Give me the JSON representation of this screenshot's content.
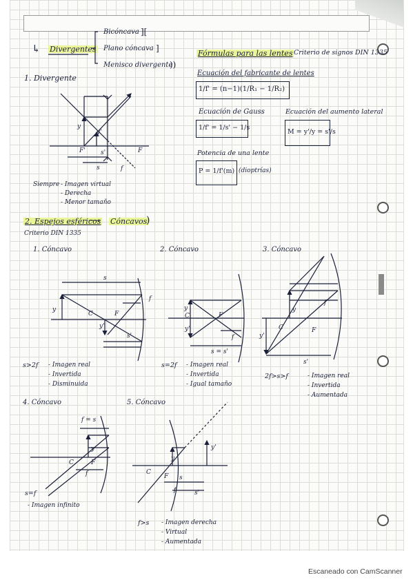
{
  "heading": {
    "divergent_label": "Divergentes",
    "types": [
      "Bicóncava",
      "Plano cóncava",
      "Menisco divergente"
    ],
    "type_symbols": [
      "][",
      "]",
      "))"
    ]
  },
  "section1": {
    "title": "1. Divergente",
    "result_lead": "Siempre",
    "result": [
      "- Imagen virtual",
      "- Derecha",
      "- Menor tamaño"
    ]
  },
  "formulas": {
    "title": "Fórmulas para las lentes",
    "sign_criteria": "Criterio de signos DIN 1335",
    "maker_title": "Ecuación del fabricante de lentes",
    "maker_eq": "1/f' = (n−1)(1/R₁ − 1/R₂)",
    "gauss_title": "Ecuación de Gauss",
    "gauss_eq": "1/f' = 1/s' − 1/s",
    "mag_title": "Ecuación del aumento lateral",
    "mag_eq": "M = y'/y = s'/s",
    "power_title": "Potencia de una lente",
    "power_eq": "P = 1/f'(m)",
    "power_unit": "(dioptrías)"
  },
  "section2": {
    "title": "2. Espejos esféricos",
    "arrow_target": "Cóncavos",
    "criteria": "Criterio DIN 1335"
  },
  "cases": [
    {
      "title": "1. Cóncavo",
      "condition": "s>2f",
      "result": [
        "- Imagen real",
        "- Invertida",
        "- Disminuida"
      ]
    },
    {
      "title": "2. Cóncavo",
      "condition": "s=2f",
      "result": [
        "- Imagen real",
        "- Invertida",
        "- Igual tamaño"
      ]
    },
    {
      "title": "3. Cóncavo",
      "condition": "2f>s>f",
      "result": [
        "- Imagen real",
        "- Invertida",
        "- Aumentada"
      ]
    },
    {
      "title": "4. Cóncavo",
      "condition": "s=f",
      "result": [
        "- Imagen infinito"
      ]
    },
    {
      "title": "5. Cóncavo",
      "condition": "f>s",
      "result": [
        "- Imagen derecha",
        "- Virtual",
        "- Aumentada"
      ]
    }
  ],
  "diagram_labels": {
    "s": "s",
    "s_prime": "s'",
    "f": "f",
    "F": "F",
    "F_prime": "F'",
    "C": "C",
    "y": "y",
    "y_prime": "y'",
    "f_eq_s": "f = s",
    "s_eq_s_prime": "s = s'"
  },
  "footer": "Escaneado con CamScanner",
  "colors": {
    "ink": "#1a1f3a",
    "highlight": "#eaf59a"
  }
}
